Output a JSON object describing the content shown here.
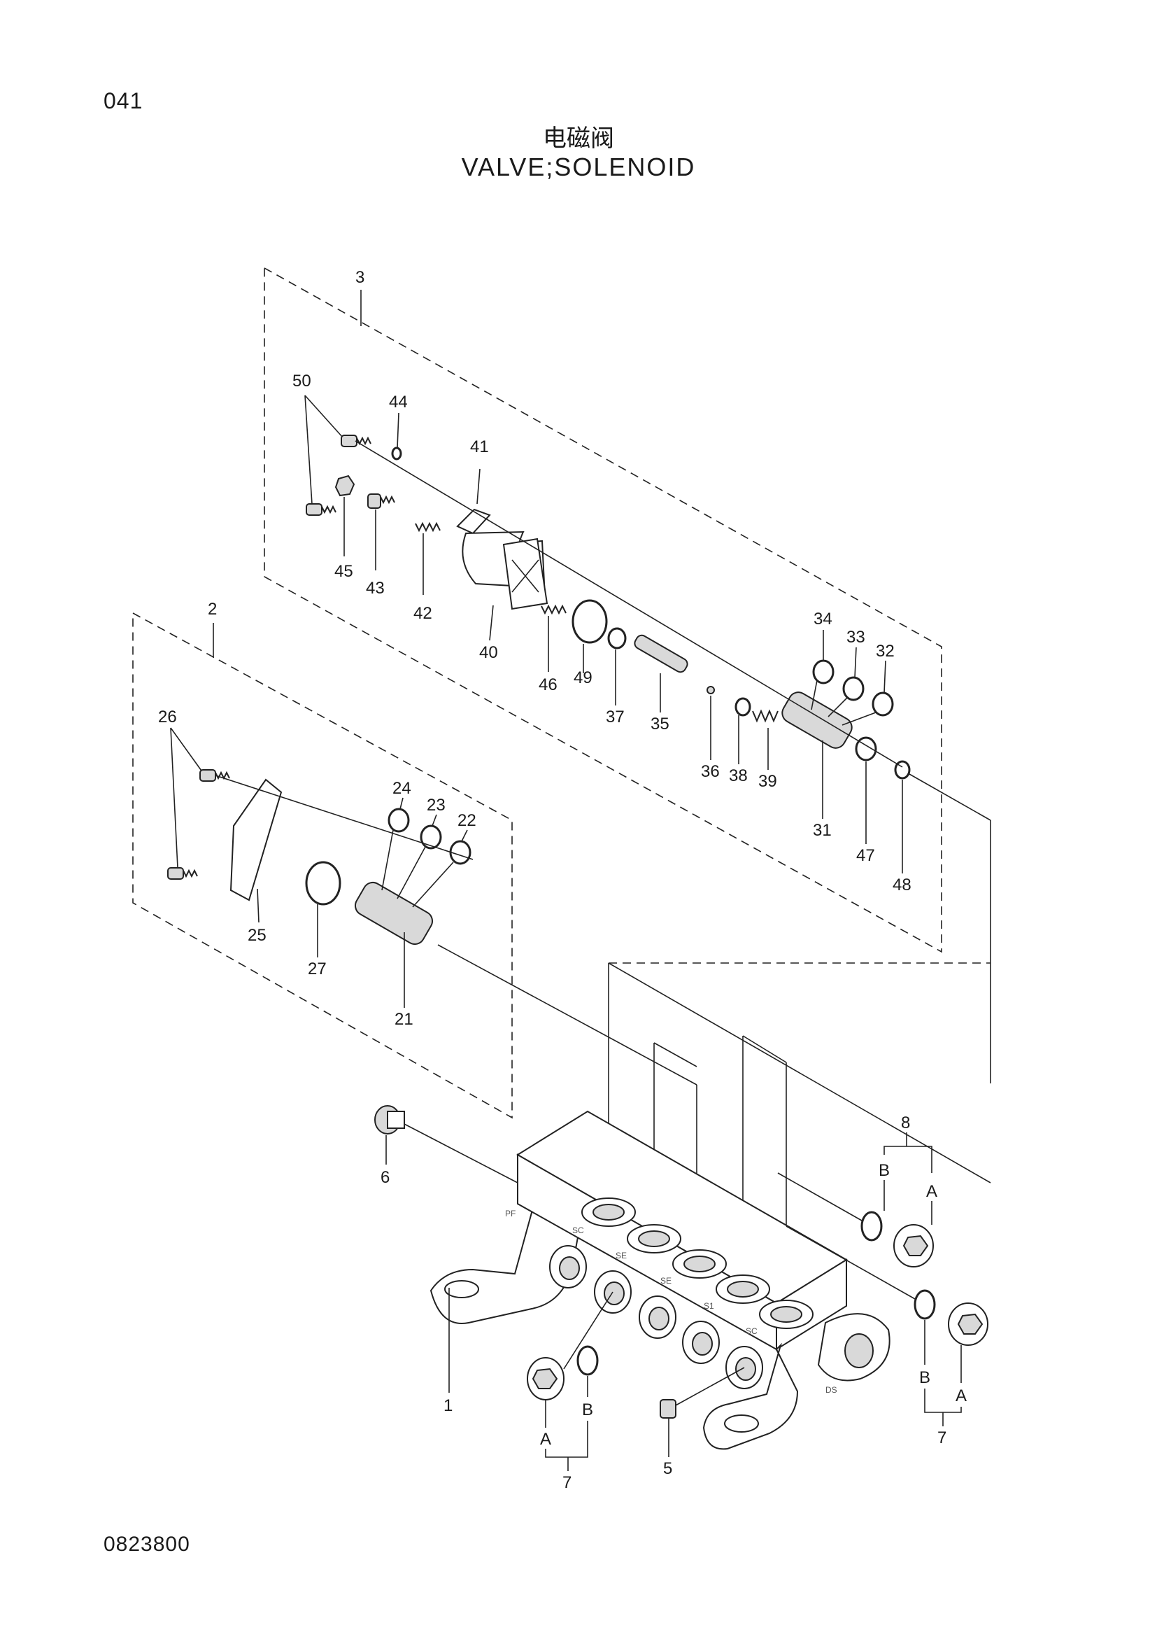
{
  "header": {
    "page_number": "041",
    "title_cn": "电磁阀",
    "title_en": "VALVE;SOLENOID"
  },
  "footer": {
    "drawing_number": "0823800"
  },
  "callouts": {
    "c1": "1",
    "c2": "2",
    "c3": "3",
    "c5": "5",
    "c6": "6",
    "c7a": "7",
    "c7b": "7",
    "c8": "8",
    "c21": "21",
    "c22": "22",
    "c23": "23",
    "c24": "24",
    "c25": "25",
    "c26": "26",
    "c27": "27",
    "c31": "31",
    "c32": "32",
    "c33": "33",
    "c34": "34",
    "c35": "35",
    "c36": "36",
    "c37": "37",
    "c38": "38",
    "c39": "39",
    "c40": "40",
    "c41": "41",
    "c42": "42",
    "c43": "43",
    "c44": "44",
    "c45": "45",
    "c46": "46",
    "c47": "47",
    "c48": "48",
    "c49": "49",
    "c50": "50",
    "A1": "A",
    "B1": "B",
    "A2": "A",
    "B2": "B",
    "A3": "A",
    "B3": "B"
  },
  "body_markings": {
    "pf": "PF",
    "sc1": "SC",
    "se1": "SE",
    "se2": "SE",
    "s1": "S1",
    "sc2": "SC",
    "ds": "DS"
  }
}
